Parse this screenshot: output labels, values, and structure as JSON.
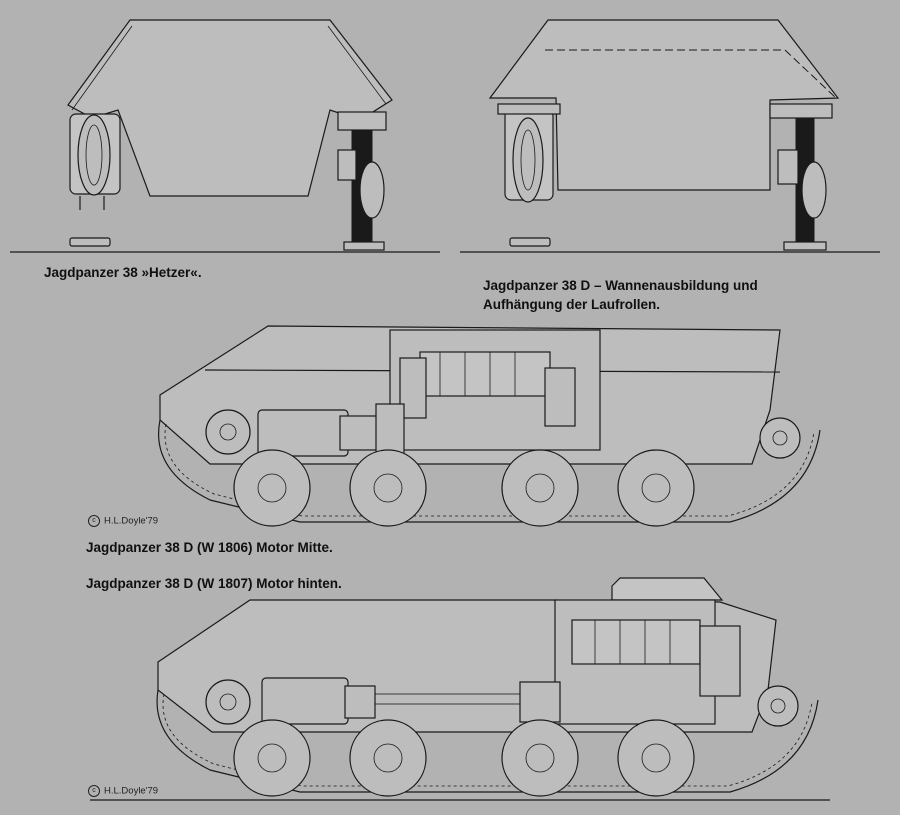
{
  "captions": {
    "hetzer": "Jagdpanzer 38 »Hetzer«.",
    "d_hull_line1": "Jagdpanzer 38 D – Wannenausbildung und",
    "d_hull_line2": "Aufhängung der Laufrollen.",
    "motor_mitte": "Jagdpanzer 38 D (W 1806) Motor Mitte.",
    "motor_hinten": "Jagdpanzer 38 D (W 1807) Motor hinten."
  },
  "credits": {
    "signature_top": "H.L.Doyle'79",
    "signature_bottom": "H.L.Doyle'79"
  }
}
